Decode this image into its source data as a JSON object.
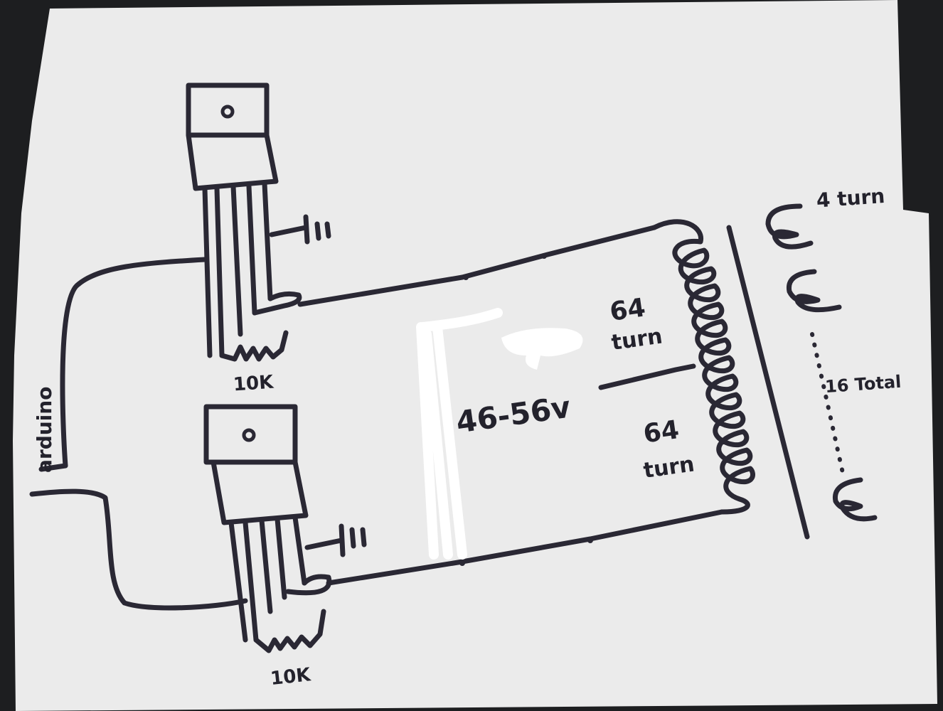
{
  "diagram": {
    "labels": {
      "arduino": "arduino",
      "resistor_top": "10K",
      "resistor_bottom": "10K",
      "supply_voltage": "46-56v",
      "primary_upper_turns_num": "64",
      "primary_upper_turns_word": "turn",
      "primary_lower_turns_num": "64",
      "primary_lower_turns_word": "turn",
      "secondary_turns": "4 turn",
      "secondary_total": "16 Total"
    },
    "colors": {
      "paper": "#ebebeb",
      "ink": "#2a2834",
      "background": "#1d1e20",
      "correction": "#ffffff"
    }
  }
}
